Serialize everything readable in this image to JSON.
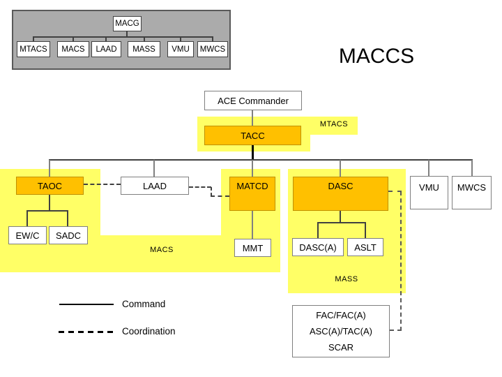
{
  "title": "MACCS",
  "mini_chart": {
    "root": "MACG",
    "children": [
      "MTACS",
      "MACS",
      "LAAD",
      "MASS",
      "VMU",
      "MWCS"
    ]
  },
  "nodes": {
    "ace": "ACE Commander",
    "tacc": "TACC",
    "taoc": "TAOC",
    "laad": "LAAD",
    "matcd": "MATCD",
    "dasc": "DASC",
    "vmu": "VMU",
    "mwcs": "MWCS",
    "ewc": "EW/C",
    "sadc": "SADC",
    "mmt": "MMT",
    "dasc_a": "DASC(A)",
    "aslt": "ASLT",
    "fac_line1": "FAC/FAC(A)",
    "fac_line2": "ASC(A)/TAC(A)",
    "fac_line3": "SCAR"
  },
  "regions": {
    "mtacs": "MTACS",
    "macs": "MACS",
    "mass": "MASS"
  },
  "legend": {
    "command": "Command",
    "coordination": "Coordination"
  },
  "colors": {
    "gold_fill": "#FFC000",
    "gold_border": "#BF9000",
    "highlight_yellow": "#FFFF66",
    "panel_gray": "#ABABAB"
  }
}
